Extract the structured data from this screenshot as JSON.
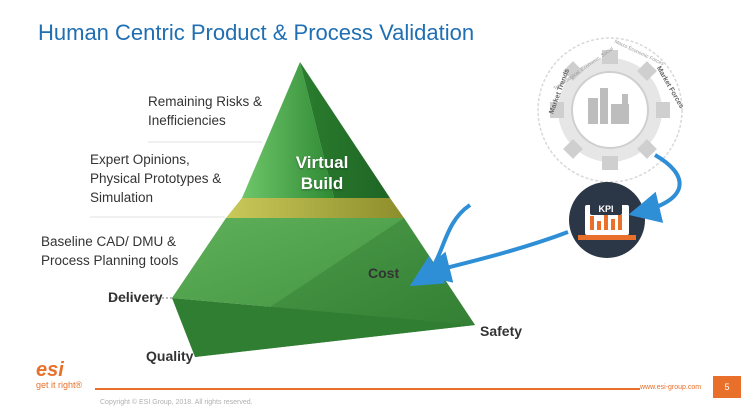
{
  "slide": {
    "title": "Human Centric Product & Process Validation",
    "page_number": "5",
    "footer_url": "www.esi-group.com",
    "copyright": "Copyright © ESI Group, 2018. All rights reserved."
  },
  "pyramid": {
    "left_labels": {
      "top": [
        "Remaining Risks &",
        "Inefficiencies"
      ],
      "middle": [
        "Expert Opinions,",
        "Physical Prototypes &",
        "Simulation"
      ],
      "bottom": [
        "Baseline CAD/ DMU &",
        "Process Planning tools"
      ]
    },
    "top_section_label": [
      "Virtual",
      "Build"
    ],
    "face_label": "Cost",
    "corner_labels": {
      "delivery": "Delivery",
      "quality": "Quality",
      "safety": "Safety"
    }
  },
  "market_gear": {
    "ring_labels": [
      "Market Trends",
      "Market Forces"
    ],
    "inner_labels": [
      "Technological, Economic, Social",
      "Macro Economic Forces"
    ]
  },
  "kpi_badge": {
    "label": "KPI"
  },
  "logo": {
    "mark": "esi",
    "tagline": "get it right®"
  },
  "colors": {
    "title_blue": "#1f6fb2",
    "pyramid_green": "#3e9640",
    "band_olive": "#b5b545",
    "arrow_blue": "#2e8fd6",
    "accent_orange": "#e8702a",
    "kpi_circle": "#2b3646"
  }
}
